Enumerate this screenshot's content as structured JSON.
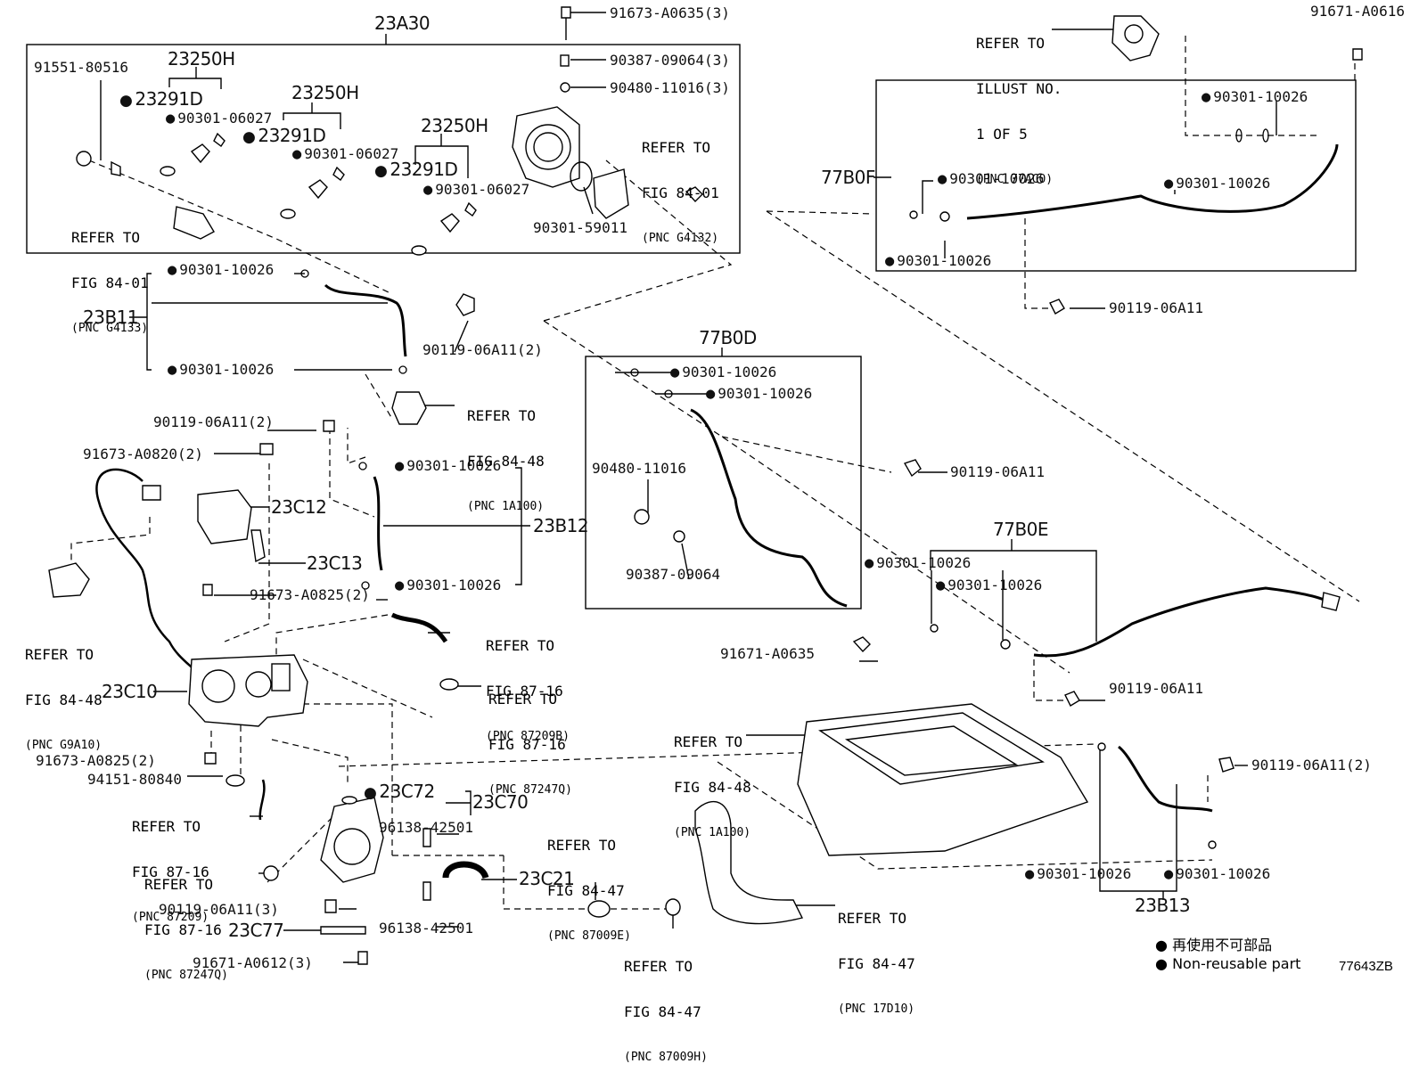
{
  "groups": {
    "g23A30": "23A30",
    "g23250H_1": "23250H",
    "g23250H_2": "23250H",
    "g23250H_3": "23250H",
    "g23291D_1": "23291D",
    "g23291D_2": "23291D",
    "g23291D_3": "23291D",
    "g23B11": "23B11",
    "g23B12": "23B12",
    "g23B13": "23B13",
    "g77B0D": "77B0D",
    "g77B0E": "77B0E",
    "g77B0F": "77B0F",
    "g23C10": "23C10",
    "g23C12": "23C12",
    "g23C13": "23C13",
    "g23C21": "23C21",
    "g23C70": "23C70",
    "g23C72": "23C72",
    "g23C77": "23C77"
  },
  "parts": {
    "p91551_80516": "91551-80516",
    "p90301_06027_a": "90301-06027",
    "p90301_06027_b": "90301-06027",
    "p90301_06027_c": "90301-06027",
    "p91673_A0635_3": "91673-A0635(3)",
    "p90387_09064_3": "90387-09064(3)",
    "p90480_11016_3": "90480-11016(3)",
    "p90301_59011": "90301-59011",
    "p90301_10026_b11a": "90301-10026",
    "p90301_10026_b11b": "90301-10026",
    "p90119_06A11_2_top": "90119-06A11(2)",
    "p90119_06A11_2_left": "90119-06A11(2)",
    "p91673_A0820_2": "91673-A0820(2)",
    "p90301_10026_b12a": "90301-10026",
    "p90301_10026_b12b": "90301-10026",
    "p91673_A0825_2_a": "91673-A0825(2)",
    "p91673_A0825_2_b": "91673-A0825(2)",
    "p94151_80840": "94151-80840",
    "p90119_06A11_3": "90119-06A11(3)",
    "p91671_A0612_3": "91671-A0612(3)",
    "p96138_42501_a": "96138-42501",
    "p96138_42501_b": "96138-42501",
    "p90301_10026_d1": "90301-10026",
    "p90301_10026_d2": "90301-10026",
    "p90480_11016": "90480-11016",
    "p90387_09064": "90387-09064",
    "p91671_A0635": "91671-A0635",
    "p90119_06A11_d": "90119-06A11",
    "p90301_10026_e1": "90301-10026",
    "p90301_10026_e2": "90301-10026",
    "p90119_06A11_e": "90119-06A11",
    "p91671_A0616": "91671-A0616",
    "p90301_10026_f1": "90301-10026",
    "p90301_10026_f2": "90301-10026",
    "p90301_10026_f3": "90301-10026",
    "p90301_10026_f4": "90301-10026",
    "p90119_06A11_f": "90119-06A11",
    "p90119_06A11_2_b13": "90119-06A11(2)",
    "p90301_10026_b13a": "90301-10026",
    "p90301_10026_b13b": "90301-10026"
  },
  "refs": {
    "r_illust": {
      "l1": "REFER TO",
      "l2": "ILLUST NO.",
      "l3": "1 OF 5",
      "l4": "(PNC 77AC0)"
    },
    "r_g4132": {
      "l1": "REFER TO",
      "l2": "FIG 84-01",
      "l3": "(PNC G4132)"
    },
    "r_g4133": {
      "l1": "REFER TO",
      "l2": "FIG 84-01",
      "l3": "(PNC G4133)"
    },
    "r_1a100_top": {
      "l1": "REFER TO",
      "l2": "FIG 84-48",
      "l3": "(PNC 1A100)"
    },
    "r_g9a10": {
      "l1": "REFER TO",
      "l2": "FIG 84-48",
      "l3": "(PNC G9A10)"
    },
    "r_87209b": {
      "l1": "REFER TO",
      "l2": "FIG 87-16",
      "l3": "(PNC 87209B)"
    },
    "r_87247q_a": {
      "l1": "REFER TO",
      "l2": "FIG 87-16",
      "l3": "(PNC 87247Q)"
    },
    "r_87209": {
      "l1": "REFER TO",
      "l2": "FIG 87-16",
      "l3": "(PNC 87209)"
    },
    "r_87247q_b": {
      "l1": "REFER TO",
      "l2": "FIG 87-16",
      "l3": "(PNC 87247Q)"
    },
    "r_1a100_b": {
      "l1": "REFER TO",
      "l2": "FIG 84-48",
      "l3": "(PNC 1A100)"
    },
    "r_87009e": {
      "l1": "REFER TO",
      "l2": "FIG 84-47",
      "l3": "(PNC 87009E)"
    },
    "r_87009h": {
      "l1": "REFER TO",
      "l2": "FIG 84-47",
      "l3": "(PNC 87009H)"
    },
    "r_17d10": {
      "l1": "REFER TO",
      "l2": "FIG 84-47",
      "l3": "(PNC 17D10)"
    }
  },
  "legend": {
    "jp": "再使用不可部品",
    "en": "Non-reusable part",
    "illustration_no": "77643ZB"
  }
}
